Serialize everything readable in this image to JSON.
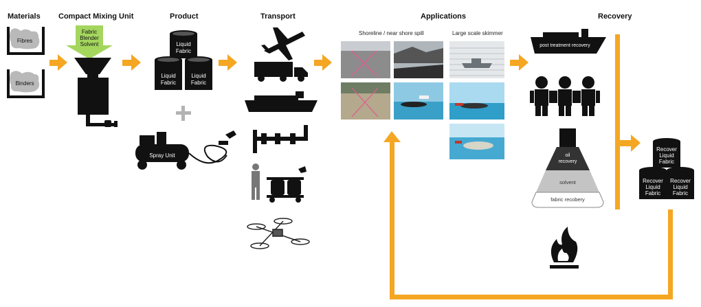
{
  "headers": {
    "materials": "Materials",
    "mixing_unit": "Compact Mixing Unit",
    "product": "Product",
    "transport": "Transport",
    "applications": "Applications",
    "recovery": "Recovery"
  },
  "materials": {
    "fibres": "Fibres",
    "binders": "Binders"
  },
  "mixing_unit": {
    "line1": "Fabric",
    "line2": "Blender",
    "line3": "Solvent"
  },
  "product": {
    "drum_line1": "Liquid",
    "drum_line2": "Fabric",
    "plus": "+",
    "spray_unit": "Spray Unit"
  },
  "applications": {
    "shoreline": "Shoreline / near shore spill",
    "skimmer": "Large scale skimmer"
  },
  "recovery": {
    "ship_label": "post treatment recovery",
    "flask_top": "oil",
    "flask_top2": "recovery",
    "flask_mid": "solvent",
    "flask_bottom": "fabric recobery",
    "drum_line1": "Recover",
    "drum_line2": "Liquid",
    "drum_line3": "Fabric"
  },
  "colors": {
    "arrow": "#f5a623",
    "drum": "#111111",
    "sea": "#3aa0c8"
  }
}
